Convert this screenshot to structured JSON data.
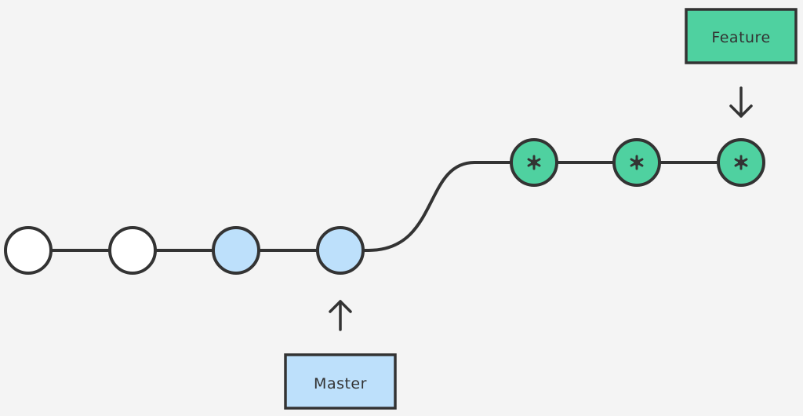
{
  "diagram": {
    "colors": {
      "background": "#f4f4f4",
      "stroke": "#333333",
      "commit_plain": "#ffffff",
      "commit_master": "#bde0fb",
      "commit_feature": "#4fd1a0",
      "label_master_fill": "#bde0fb",
      "label_feature_fill": "#4fd1a0",
      "label_text": "#333333"
    },
    "commits": [
      {
        "id": "c1",
        "branch": "shared",
        "style": "plain"
      },
      {
        "id": "c2",
        "branch": "shared",
        "style": "plain"
      },
      {
        "id": "c3",
        "branch": "master",
        "style": "master"
      },
      {
        "id": "c4",
        "branch": "master",
        "style": "master",
        "is_head": true
      },
      {
        "id": "f1",
        "branch": "feature",
        "style": "feature",
        "marker": "asterisk"
      },
      {
        "id": "f2",
        "branch": "feature",
        "style": "feature",
        "marker": "asterisk"
      },
      {
        "id": "f3",
        "branch": "feature",
        "style": "feature",
        "marker": "asterisk",
        "is_head": true
      }
    ],
    "labels": {
      "master": "Master",
      "feature": "Feature"
    },
    "icons": {
      "master_pointer": "arrow-up-icon",
      "feature_pointer": "arrow-down-icon",
      "feature_commit_marker": "asterisk-icon"
    }
  }
}
